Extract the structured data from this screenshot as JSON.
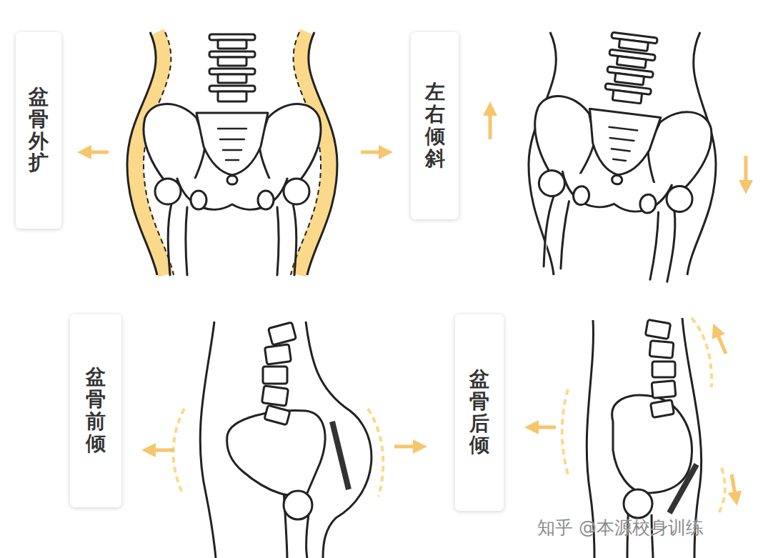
{
  "diagram": {
    "nodes": [
      {
        "text": [
          "盆骨外扩"
        ]
      },
      {
        "text": [
          "左右倾斜"
        ]
      },
      {
        "text": [
          "盆骨前倾"
        ]
      },
      {
        "text": [
          "盆骨后倾"
        ]
      }
    ],
    "labels": [
      "知乎 @本源校身训练"
    ]
  }
}
